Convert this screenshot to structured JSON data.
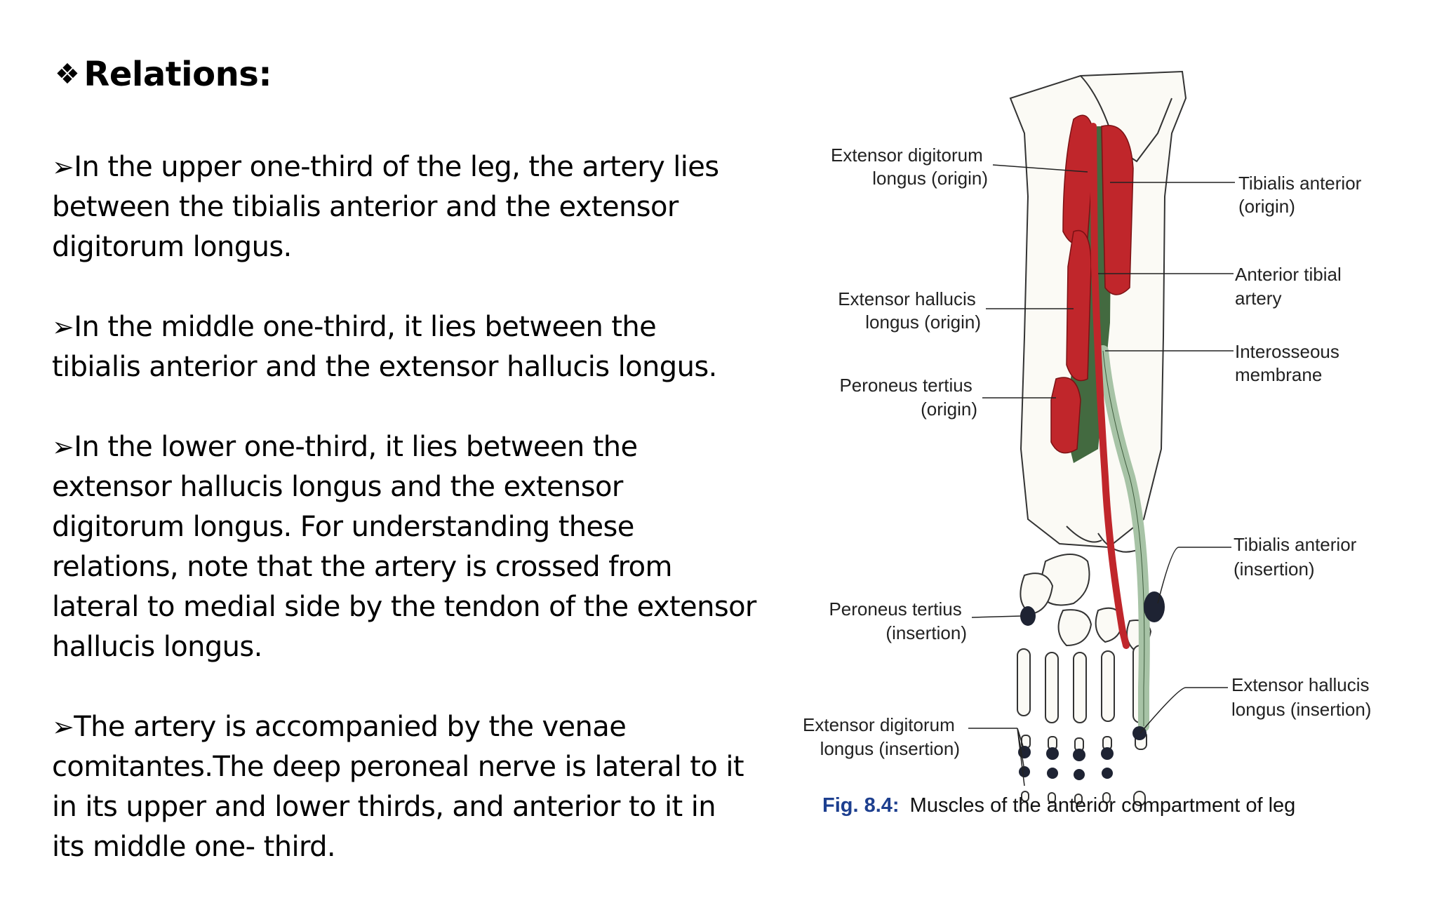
{
  "slide": {
    "heading": {
      "bullet_icon": "four-diamond-bullet-icon",
      "text": "Relations:"
    },
    "paragraphs": [
      {
        "bullet_icon": "arrowhead-bullet-icon",
        "lines": [
          "In the upper one-third of the leg, the artery lies",
          "between the tibialis anterior and the extensor",
          "digitorum longus."
        ]
      },
      {
        "bullet_icon": "arrowhead-bullet-icon",
        "lines": [
          "In the middle one-third, it lies between the",
          "tibialis anterior and the extensor hallucis longus."
        ]
      },
      {
        "bullet_icon": "arrowhead-bullet-icon",
        "lines": [
          "In the lower one-third, it lies between the",
          "extensor hallucis longus and the extensor",
          "digitorum longus. For understanding these",
          "relations, note that the artery is crossed from",
          "lateral to medial side by the tendon of the extensor",
          "hallucis longus."
        ]
      },
      {
        "bullet_icon": "arrowhead-bullet-icon",
        "lines": [
          "The artery is accompanied by the venae",
          "comitantes.The deep peroneal nerve is lateral to it",
          "in its upper and lower thirds, and anterior to it in",
          "its middle one- third."
        ]
      }
    ]
  },
  "figure": {
    "colors": {
      "muscle": "#c0262b",
      "membrane": "#2f5a2c",
      "tendon": "#a7c3a6",
      "bone": "#fbfaf5",
      "insertion": "#1e2333",
      "caption_fig": "#1d3f8f"
    },
    "labels": {
      "edl_origin": [
        "Extensor digitorum",
        "longus (origin)"
      ],
      "ehl_origin": [
        "Extensor hallucis",
        "longus (origin)"
      ],
      "pt_origin": [
        "Peroneus tertius",
        "(origin)"
      ],
      "pt_insertion": [
        "Peroneus tertius",
        "(insertion)"
      ],
      "edl_insertion": [
        "Extensor digitorum",
        "longus (insertion)"
      ],
      "ta_origin": [
        "Tibialis anterior",
        "(origin)"
      ],
      "ata": [
        "Anterior tibial",
        "artery"
      ],
      "im": [
        "Interosseous",
        "membrane"
      ],
      "ta_insertion": [
        "Tibialis anterior",
        "(insertion)"
      ],
      "ehl_insertion": [
        "Extensor hallucis",
        "longus (insertion)"
      ]
    },
    "caption": {
      "fig": "Fig. 8.4:",
      "text": "Muscles of the anterior compartment of leg"
    }
  }
}
